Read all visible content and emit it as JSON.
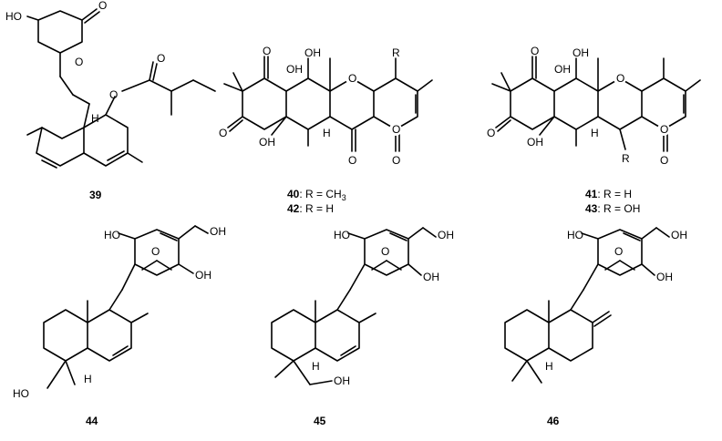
{
  "compounds": [
    {
      "id": "39"
    },
    {
      "id": "40",
      "rlabel": ": R = CH",
      "rsub": "3"
    },
    {
      "id": "42",
      "rlabel": ": R = H"
    },
    {
      "id": "41",
      "rlabel": ": R = H"
    },
    {
      "id": "43",
      "rlabel": ": R = OH"
    },
    {
      "id": "44"
    },
    {
      "id": "45"
    },
    {
      "id": "46"
    }
  ],
  "atoms": {
    "ho": "HO",
    "oh": "OH",
    "o": "O",
    "h": "H",
    "r": "R"
  }
}
